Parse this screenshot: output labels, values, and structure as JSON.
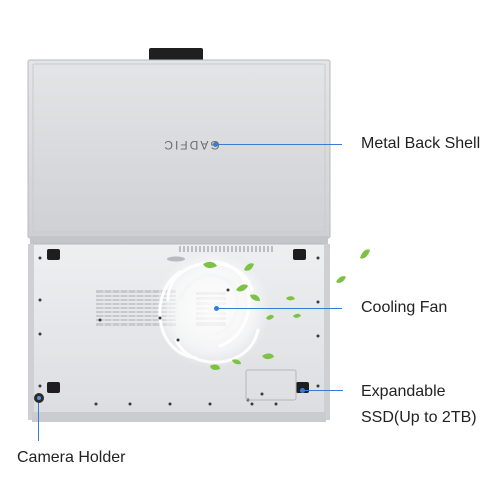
{
  "brand_logo": "GADFIC",
  "callouts": {
    "metal_back_shell": "Metal Back Shell",
    "cooling_fan": "Cooling Fan",
    "expandable_ssd_line1": "Expandable",
    "expandable_ssd_line2": "SSD(Up to 2TB)",
    "camera_holder": "Camera Holder"
  },
  "colors": {
    "shell": "#d9dadc",
    "base": "#e6e7e9",
    "callout_line": "#3a7bd5",
    "leaf": "#7cc243",
    "hinge": "#2a2a2a"
  }
}
